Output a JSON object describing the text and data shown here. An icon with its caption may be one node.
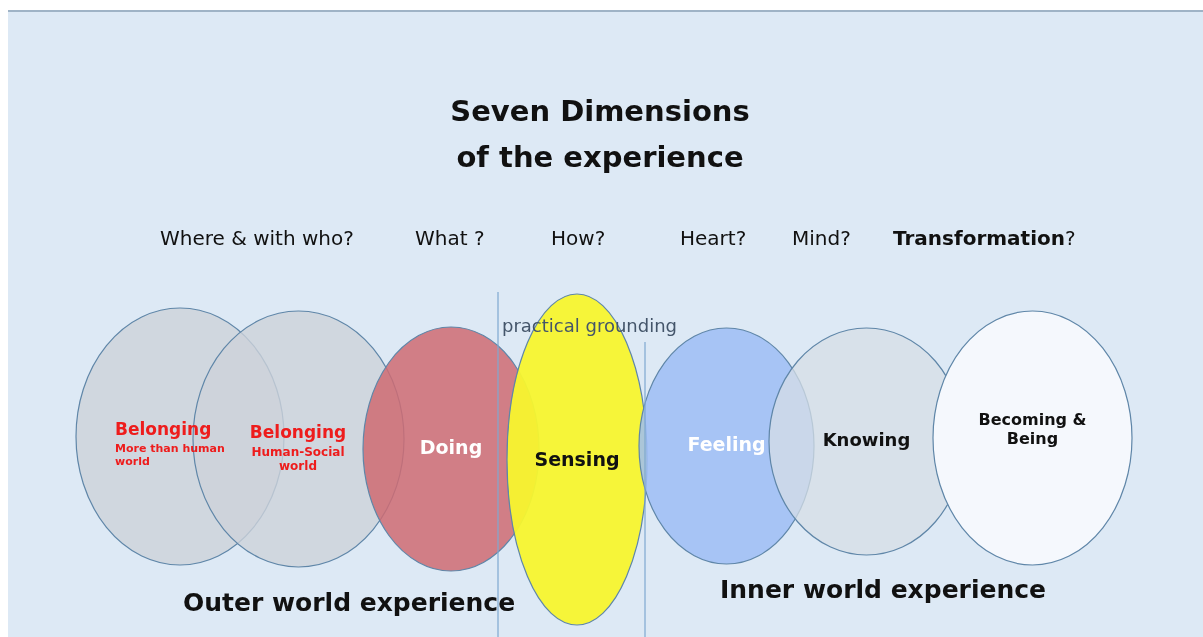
{
  "diagram": {
    "title": "Seven Dimensions of the experience",
    "nodes": [
      {
        "text": [
          "Belonging",
          "More than human world"
        ]
      },
      {
        "text": [
          "Belonging",
          "Human-Social world"
        ]
      },
      {
        "text": [
          "Doing"
        ]
      },
      {
        "text": [
          "Sensing"
        ]
      },
      {
        "text": [
          "Feeling"
        ]
      },
      {
        "text": [
          "Knowing"
        ]
      },
      {
        "text": [
          "Becoming & Being"
        ]
      }
    ],
    "edges": [],
    "labels": [
      "Where & with who?",
      "What ?",
      "How?",
      "Heart?",
      "Mind?",
      "**Transformation**?",
      "practical grounding",
      "Outer world experience",
      "Inner world experience"
    ]
  }
}
